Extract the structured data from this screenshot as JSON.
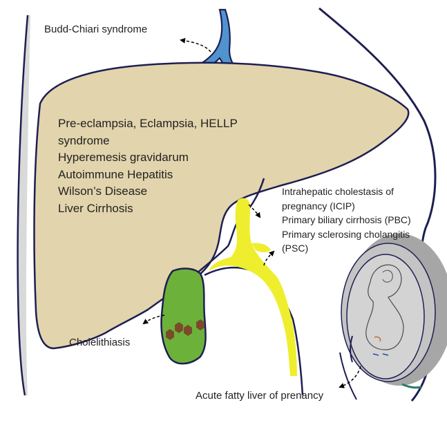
{
  "labels": {
    "budd_chiari": "Budd-Chiari syndrome",
    "liver_conditions": [
      "Pre-eclampsia, Eclampsia, HELLP",
      "syndrome",
      "Hyperemesis gravidarum",
      "Autoimmune Hepatitis",
      "Wilson’s Disease",
      "Liver Cirrhosis"
    ],
    "bile_duct_conditions": [
      "Intrahepatic cholestasis of",
      "pregnancy (ICIP)",
      "Primary biliary cirrhosis (PBC)",
      "Primary sclerosing cholangitis",
      "(PSC)"
    ],
    "cholelithiasis": "Cholelithiasis",
    "afld": "Acute fatty liver of prenancy"
  },
  "colors": {
    "liver_fill": "#e2d4ac",
    "outline": "#1e1e52",
    "bile_duct": "#eeee2e",
    "gallbladder": "#6cb23a",
    "gallstone": "#7b4a2b",
    "vein": "#4f94cf",
    "uterus_outer": "#a6a6a6",
    "uterus_inner": "#d3d3d3",
    "arrow": "#000000"
  }
}
